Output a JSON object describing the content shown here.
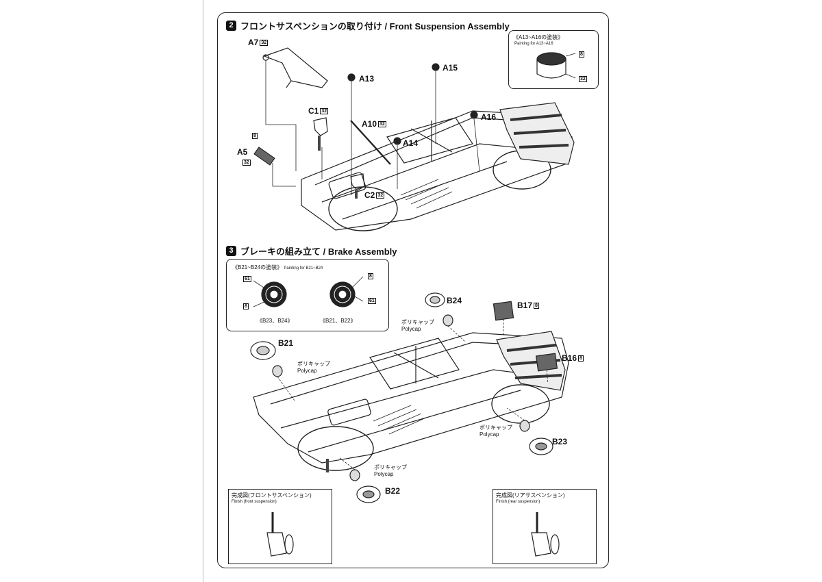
{
  "step2": {
    "number": "2",
    "title": "フロントサスペンションの取り付け / Front Suspension Assembly",
    "painting_box": {
      "title_jp": "《A13~A16の塗装》",
      "title_en": "Painting for A13~A16",
      "color_top": "8",
      "color_bottom": "32"
    },
    "parts": [
      {
        "label": "A7",
        "color": "32"
      },
      {
        "label": "A13"
      },
      {
        "label": "A15"
      },
      {
        "label": "C1",
        "color": "32"
      },
      {
        "label": "A10",
        "color": "32"
      },
      {
        "label": "A16"
      },
      {
        "label": "A14"
      },
      {
        "label": "A5",
        "color_top": "8",
        "color_bottom": "32"
      },
      {
        "label": "C2",
        "color": "32"
      }
    ]
  },
  "step3": {
    "number": "3",
    "title": "ブレーキの組み立て / Brake Assembly",
    "painting_box": {
      "title_jp": "《B21~B24の塗装》",
      "title_en": "Painting for B21~B24",
      "left_caption": "《B23、B24》",
      "right_caption": "《B21、B22》",
      "left_colors": [
        "61",
        "8"
      ],
      "right_colors": [
        "8",
        "61"
      ]
    },
    "parts": [
      {
        "label": "B24"
      },
      {
        "label": "B17",
        "color": "8"
      },
      {
        "label": "B21"
      },
      {
        "label": "B16",
        "color": "8"
      },
      {
        "label": "B23"
      },
      {
        "label": "B22"
      }
    ],
    "polycap_jp": "ポリキャップ",
    "polycap_en": "Polycap"
  },
  "finish": {
    "front_jp": "完成図(フロントサスペンション)",
    "front_en": "Finish (front suspension)",
    "rear_jp": "完成図(リアサスペンション)",
    "rear_en": "Finish (rear suspension)"
  }
}
